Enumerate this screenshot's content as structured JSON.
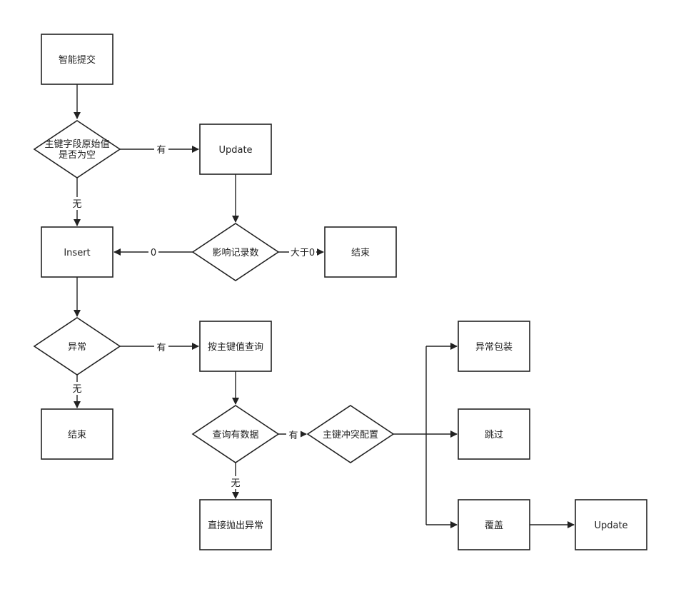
{
  "nodes": {
    "smart_submit": {
      "text": "智能提交"
    },
    "pk_empty_check": {
      "line1": "主键字段原始值",
      "line2": "是否为空"
    },
    "update_1": {
      "text": "Update"
    },
    "insert": {
      "text": "Insert"
    },
    "affected_rows": {
      "text": "影响记录数"
    },
    "end_1": {
      "text": "结束"
    },
    "exception_check": {
      "text": "异常"
    },
    "query_by_pk": {
      "text": "按主键值查询"
    },
    "end_2": {
      "text": "结束"
    },
    "query_has_data": {
      "text": "查询有数据"
    },
    "pk_conflict_config": {
      "text": "主键冲突配置"
    },
    "wrap_exception": {
      "text": "异常包装"
    },
    "skip": {
      "text": "跳过"
    },
    "overwrite": {
      "text": "覆盖"
    },
    "update_2": {
      "text": "Update"
    },
    "throw_exception": {
      "text": "直接抛出异常"
    }
  },
  "edge_labels": {
    "pk_has": "有",
    "pk_none": "无",
    "rows_zero": "0",
    "rows_gt_zero": "大于0",
    "exc_has": "有",
    "exc_none": "无",
    "data_has": "有",
    "data_none": "无"
  },
  "colors": {
    "stroke": "#222222",
    "fill": "#ffffff",
    "text": "#222222"
  }
}
